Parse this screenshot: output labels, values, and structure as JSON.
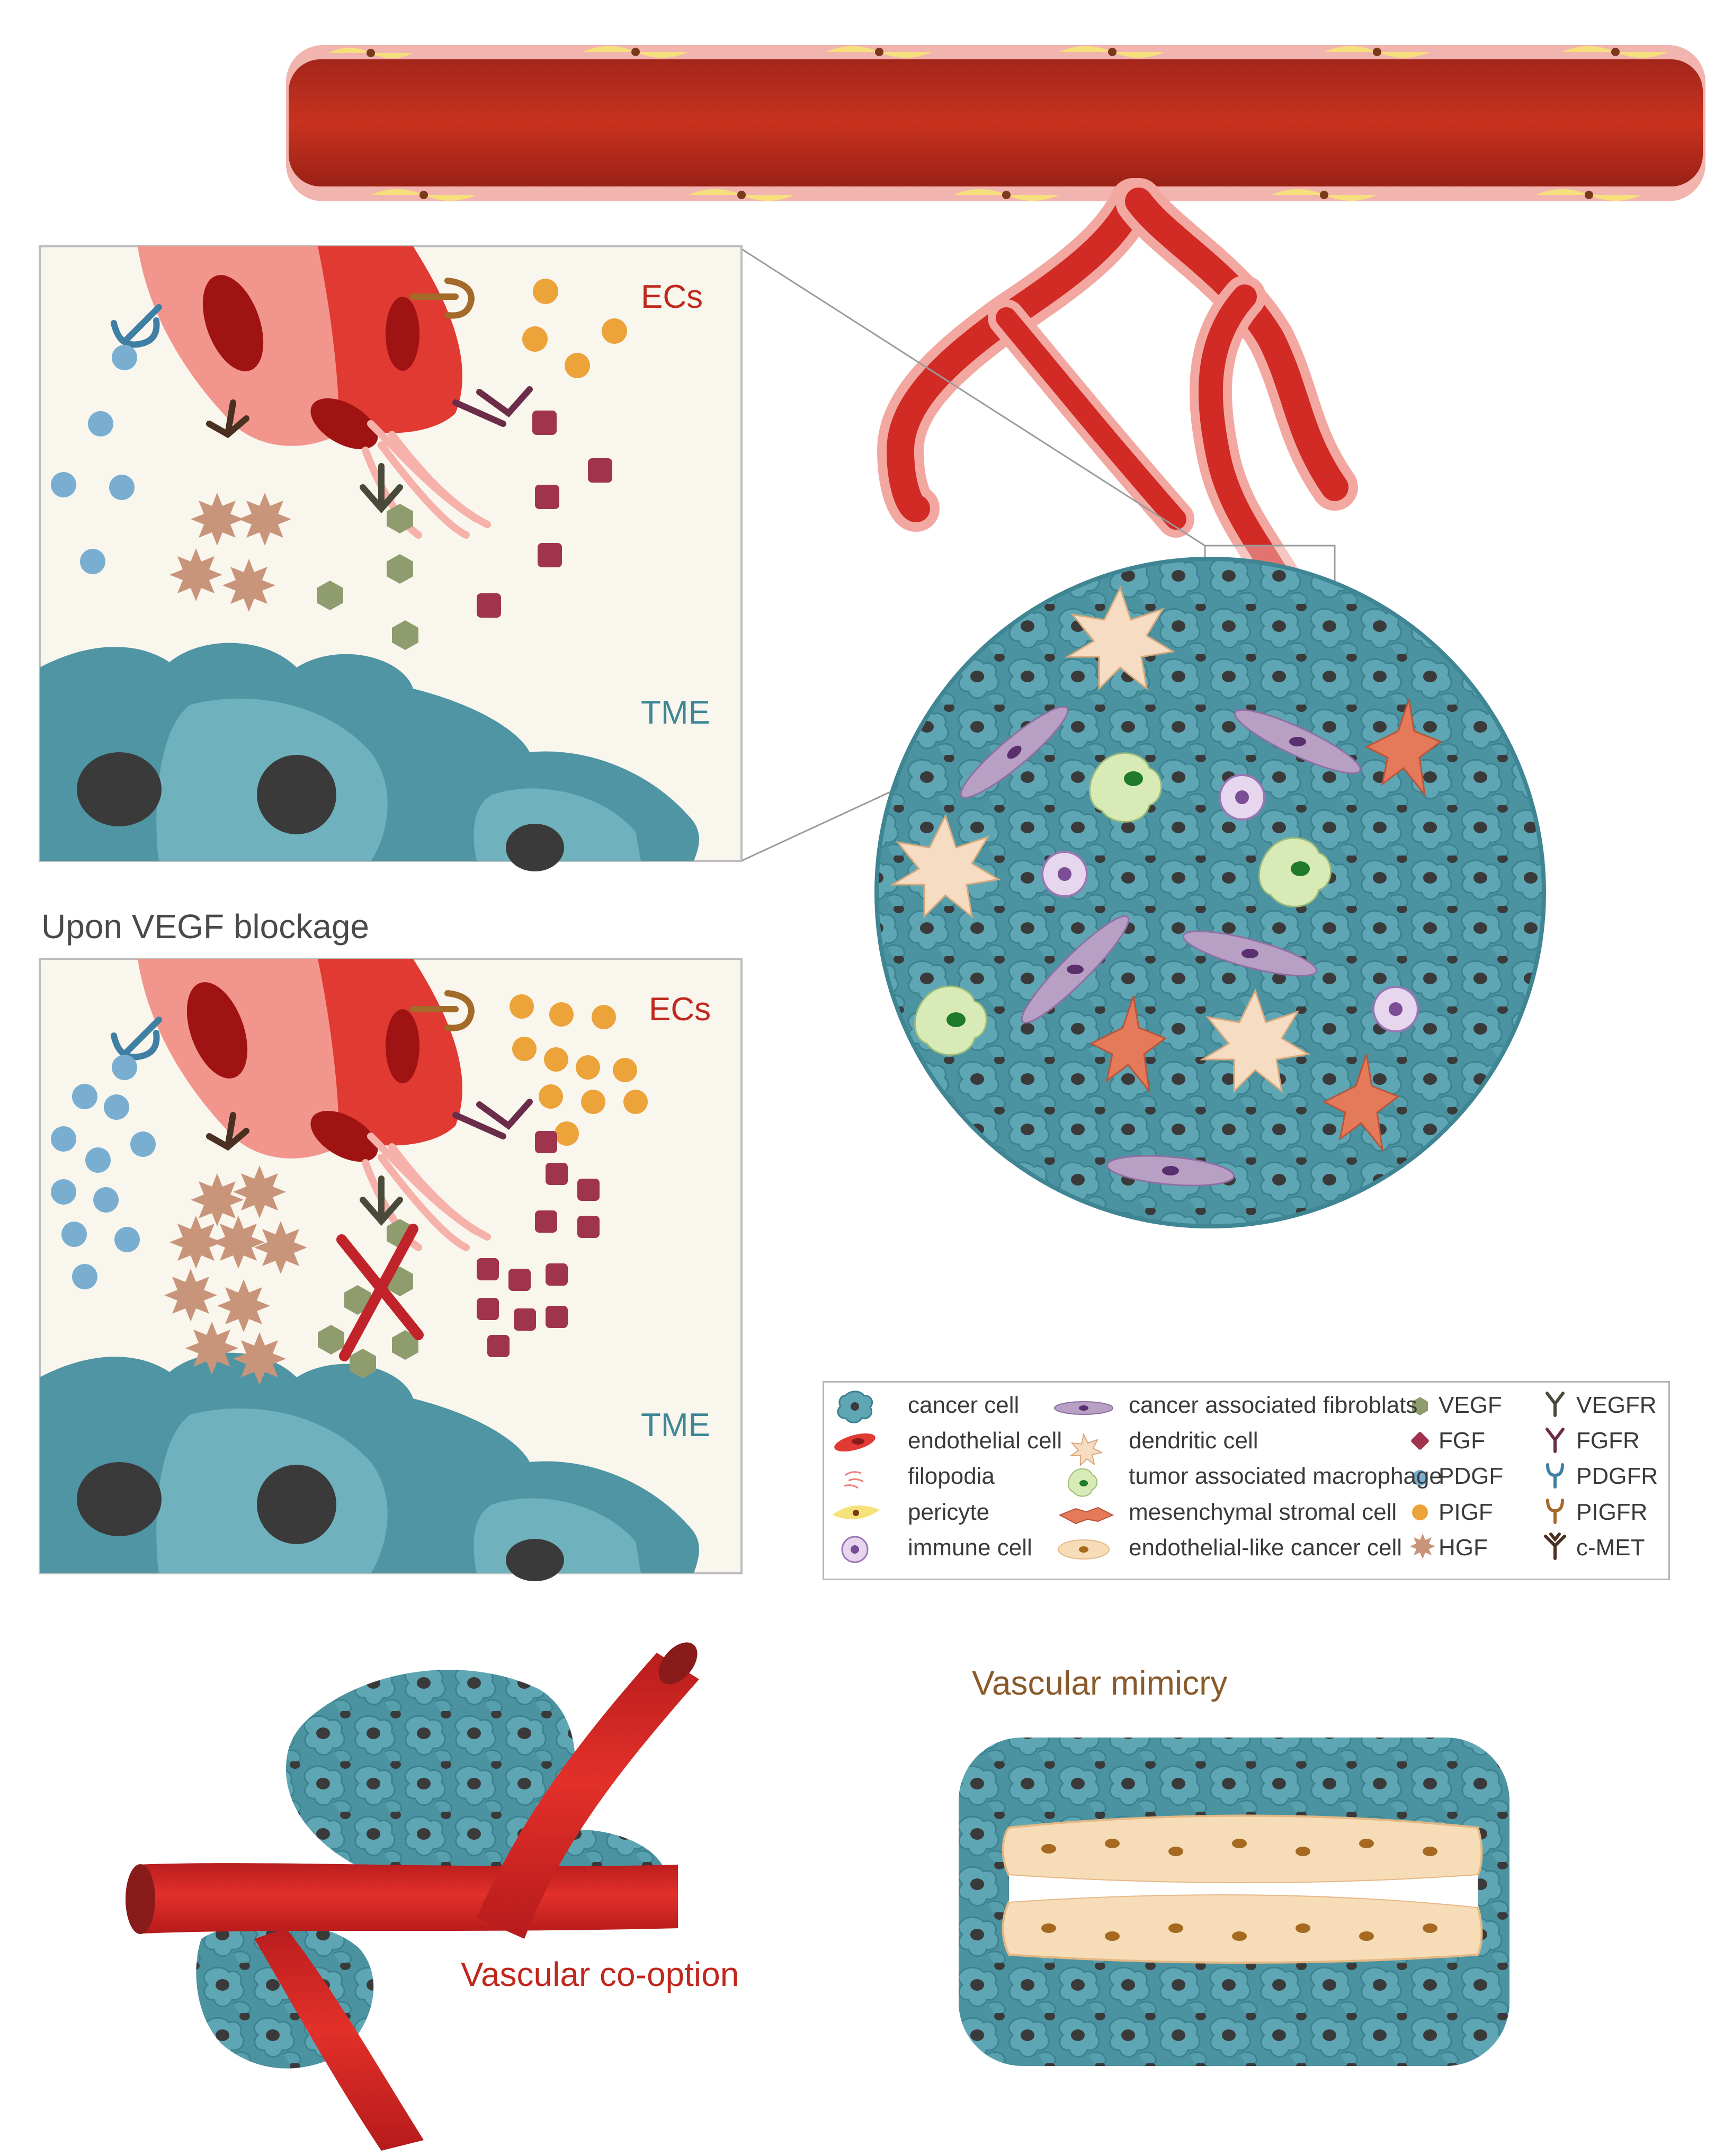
{
  "panel_top": {
    "ecs_label": "ECs",
    "tme_label": "TME"
  },
  "panel_bottom": {
    "title": "Upon VEGF blockage",
    "ecs_label": "ECs",
    "tme_label": "TME"
  },
  "bottom": {
    "cooption_label": "Vascular co-option",
    "mimicry_label": "Vascular mimicry"
  },
  "legend": {
    "col1": [
      "cancer cell",
      "endothelial cell",
      "filopodia",
      "pericyte",
      "immune cell"
    ],
    "col2": [
      "cancer associated fibroblats",
      "dendritic cell",
      "tumor associated macrophage",
      "mesenchymal stromal cell",
      "endothelial-like cancer cell"
    ],
    "col3": [
      "VEGF",
      "FGF",
      "PDGF",
      "PIGF",
      "HGF"
    ],
    "col4": [
      "VEGFR",
      "FGFR",
      "PDGFR",
      "PIGFR",
      "c-MET"
    ]
  },
  "colors": {
    "vessel": "#c0281e",
    "cancer_cell": "#4f95a3",
    "nucleus": "#3b3b3b",
    "vegf": "#8e9c6e",
    "fgf": "#a0344e",
    "pdgf": "#6fa6c9",
    "pigf": "#eba33a",
    "hgf": "#c9957a",
    "label_red": "#c0281e",
    "label_teal": "#3f8796",
    "label_brown": "#8a5a2b"
  }
}
